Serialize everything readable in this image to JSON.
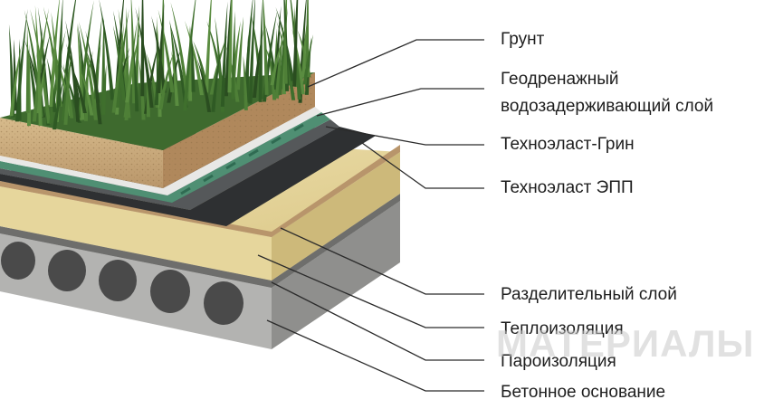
{
  "labels": [
    {
      "text": "Грунт"
    },
    {
      "text": "Геодренажный"
    },
    {
      "text": "водозадерживающий слой"
    },
    {
      "text": "Техноэласт-Грин"
    },
    {
      "text": "Техноэласт ЭПП"
    },
    {
      "text": "Разделительный слой"
    },
    {
      "text": "Теплоизоляция"
    },
    {
      "text": "Пароизоляция"
    },
    {
      "text": "Бетонное основание"
    }
  ],
  "watermark": "МАТЕРИАЛЫ",
  "colors": {
    "concrete": "#a9a9a7",
    "insulation": "#e3d49b",
    "membrane": "#3b3d3f",
    "drainage": "#4f8f73",
    "soil": "#c8a878",
    "grass": "#3f6a2f",
    "leader": "#2b2b2b"
  }
}
